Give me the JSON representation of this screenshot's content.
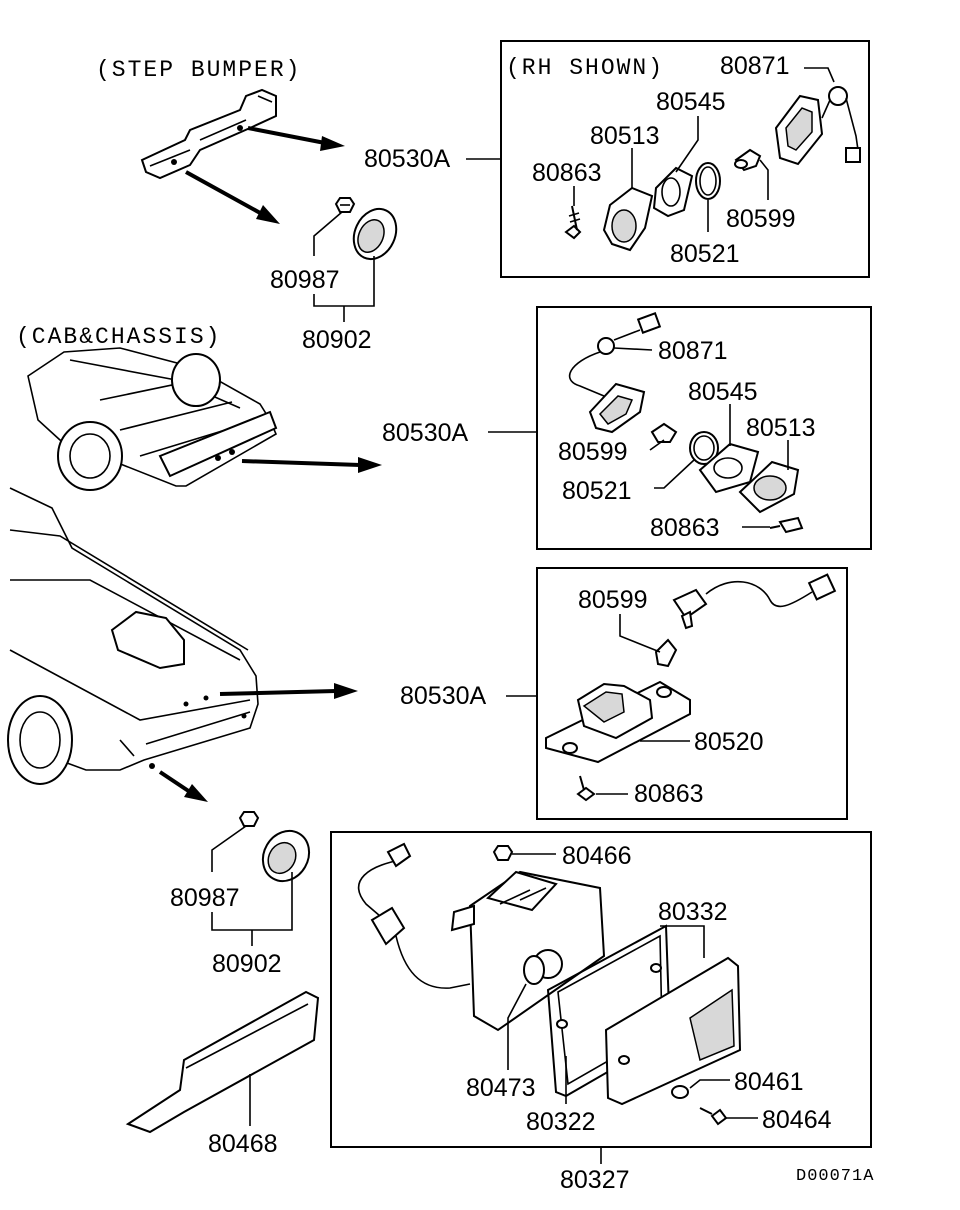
{
  "notes": {
    "step_bumper": "(STEP BUMPER)",
    "cab_chassis": "(CAB&CHASSIS)",
    "rh_shown": "(RH SHOWN)"
  },
  "labels": {
    "p80530A_1": "80530A",
    "p80871_1": "80871",
    "p80545_1": "80545",
    "p80513_1": "80513",
    "p80863_1": "80863",
    "p80599_1": "80599",
    "p80521_1": "80521",
    "p80987_1": "80987",
    "p80902_1": "80902",
    "p80530A_2": "80530A",
    "p80871_2": "80871",
    "p80545_2": "80545",
    "p80513_2": "80513",
    "p80599_2": "80599",
    "p80521_2": "80521",
    "p80863_2": "80863",
    "p80530A_3": "80530A",
    "p80599_3": "80599",
    "p80520": "80520",
    "p80863_3": "80863",
    "p80987_2": "80987",
    "p80902_2": "80902",
    "p80468": "80468",
    "p80466": "80466",
    "p80332": "80332",
    "p80473": "80473",
    "p80322": "80322",
    "p80461": "80461",
    "p80464": "80464",
    "p80327": "80327"
  },
  "drawing_code": "D00071A",
  "icons": [
    "step-bumper-bracket",
    "license-lamp",
    "bulb",
    "gasket",
    "screw",
    "nut",
    "reflector",
    "tail-lamp",
    "truck-chassis",
    "truck-bed",
    "bumper-trim"
  ]
}
